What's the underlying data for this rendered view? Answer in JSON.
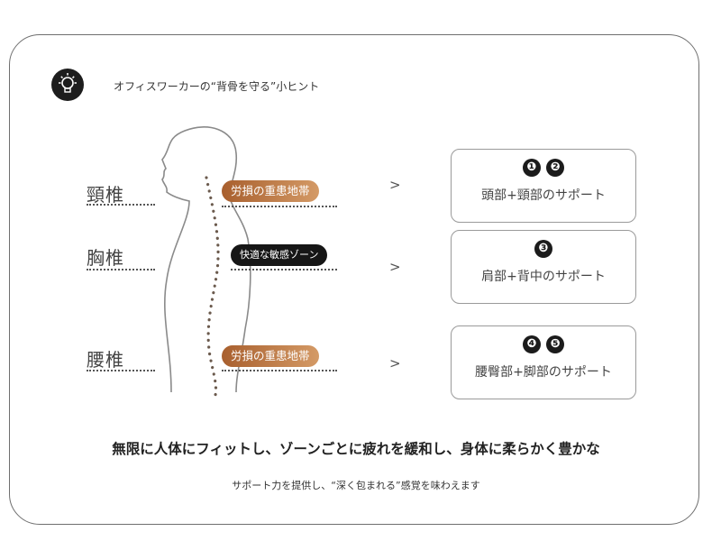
{
  "hint": {
    "icon": "lightbulb-icon",
    "title": "オフィスワーカーの“背骨を守る”小ヒント"
  },
  "zones": [
    {
      "label": "頸椎",
      "tag": "労損の重患地帯",
      "tag_style": "brown",
      "arrow": ">",
      "numbers": [
        "❶",
        "❷"
      ],
      "support": "頭部+頸部のサポート"
    },
    {
      "label": "胸椎",
      "tag": "快適な敏感ゾーン",
      "tag_style": "dark",
      "arrow": ">",
      "numbers": [
        "❸"
      ],
      "support": "肩部+背中のサポート"
    },
    {
      "label": "腰椎",
      "tag": "労損の重患地帯",
      "tag_style": "brown",
      "arrow": ">",
      "numbers": [
        "❹",
        "❺"
      ],
      "support": "腰臀部+脚部のサポート"
    }
  ],
  "footer": {
    "main": "無限に人体にフィットし、ゾーンごとに疲れを緩和し、身体に柔らかく豊かな",
    "sub": "サポート力を提供し、“深く包まれる”感覚を味わえます"
  },
  "colors": {
    "tag_brown": "#b8743f",
    "tag_dark": "#161616",
    "number_badge": "#1b1b1b"
  }
}
